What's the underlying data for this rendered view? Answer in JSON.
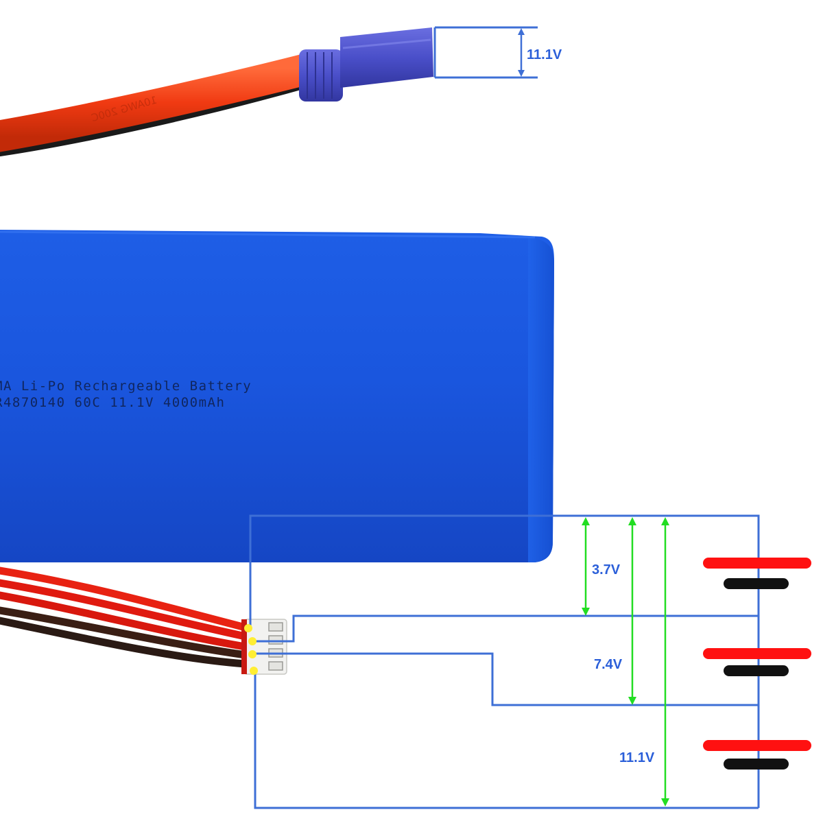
{
  "battery": {
    "label_line1": "MA Li-Po Rechargeable Battery",
    "label_line2": "R4870140  60C 11.1V 4000mAh",
    "wire_print": "10AWG 200C"
  },
  "main_connector": {
    "voltage": "11.1V"
  },
  "balance_circuit": {
    "cell_voltages": [
      "3.7V",
      "7.4V",
      "11.1V"
    ],
    "cell_count": 3
  },
  "colors": {
    "battery_blue": "#1f5fe0",
    "diagram_line": "#3e6fd6",
    "measure_arrow": "#22dd22",
    "terminal_positive": "#ff1111",
    "terminal_negative": "#111111",
    "pin_marker": "#ffee33",
    "connector_blue": "#4a4fc9",
    "wire_red": "#f04418"
  }
}
